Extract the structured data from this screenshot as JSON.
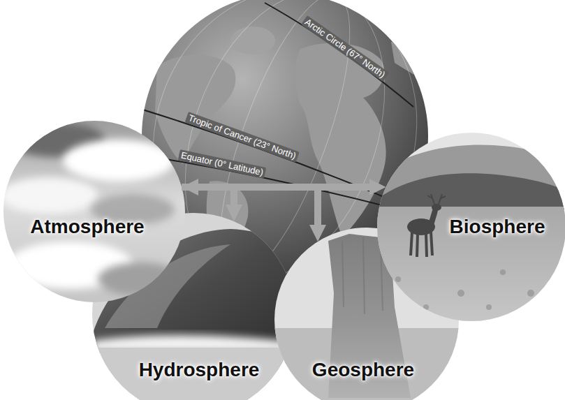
{
  "diagram": {
    "nodes": [
      {
        "text": [
          "Atmosphere"
        ]
      },
      {
        "text": [
          "Biosphere"
        ]
      },
      {
        "text": [
          "Hydrosphere"
        ]
      },
      {
        "text": [
          "Geosphere"
        ]
      }
    ],
    "edges": [
      {
        "from": 0,
        "to": 1,
        "arrow": "both"
      },
      {
        "from": 0,
        "to": 2,
        "arrow": "to"
      },
      {
        "from": 0,
        "to": 3,
        "arrow": "to"
      }
    ],
    "labels": [
      "Arctic Circle (67° North)",
      "Tropic of Cancer (23° North)",
      "Equator (0° Latitude)"
    ]
  }
}
